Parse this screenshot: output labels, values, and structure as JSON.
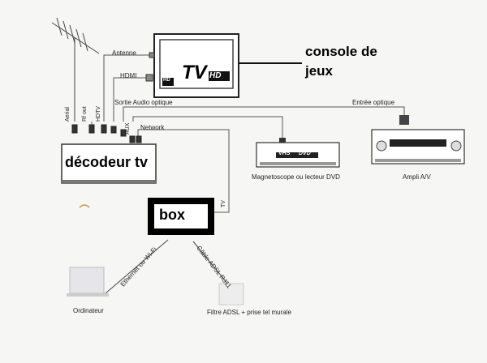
{
  "devices": {
    "tv": {
      "label": "TV",
      "badge": "HD",
      "corner": "HD"
    },
    "console": {
      "label": "console de jeux"
    },
    "decoder": {
      "label": "décodeur tv"
    },
    "box": {
      "label": "box"
    },
    "vcr": {
      "label": "Magnetoscope ou lecteur DVD",
      "vhs": "VHS",
      "dvd": "DVD"
    },
    "amp": {
      "label": "Ampli A/V"
    },
    "computer": {
      "label": "Ordinateur"
    },
    "filter": {
      "label": "Filtre ADSL + prise tel murale"
    }
  },
  "connections": {
    "antenne": "Antenne",
    "hdmi": "HDMI",
    "sortie_audio": "Sortie Audio optique",
    "entree_optique": "Entrée optique",
    "network": "Network",
    "aerial": "Aerial",
    "rf_out": "Rf out",
    "hdtv": "HDTV",
    "aux": "AUX",
    "tv": "TV",
    "ethernet": "Ethernet ou Wi-Fi",
    "adsl": "Câble ADSL RJ11"
  }
}
